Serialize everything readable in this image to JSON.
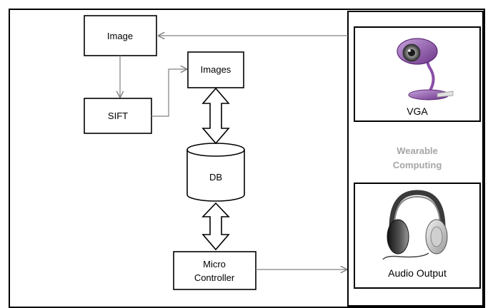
{
  "diagram": {
    "image_box": "Image",
    "sift_box": "SIFT",
    "images_box": "Images",
    "db_box": "DB",
    "micro_line1": "Micro",
    "micro_line2": "Controller",
    "wearable_line1": "Wearable",
    "wearable_line2": "Computing",
    "vga_label": "VGA",
    "audio_label": "Audio Output"
  },
  "icons": {
    "camera": "webcam-icon",
    "headphones": "headphones-icon"
  },
  "colors": {
    "stroke": "#000000",
    "arrow": "#808080",
    "wearable_text": "#a6a6a6",
    "camera_body": "#8a4fa8",
    "headphone_cup": "#2b2b2b"
  }
}
